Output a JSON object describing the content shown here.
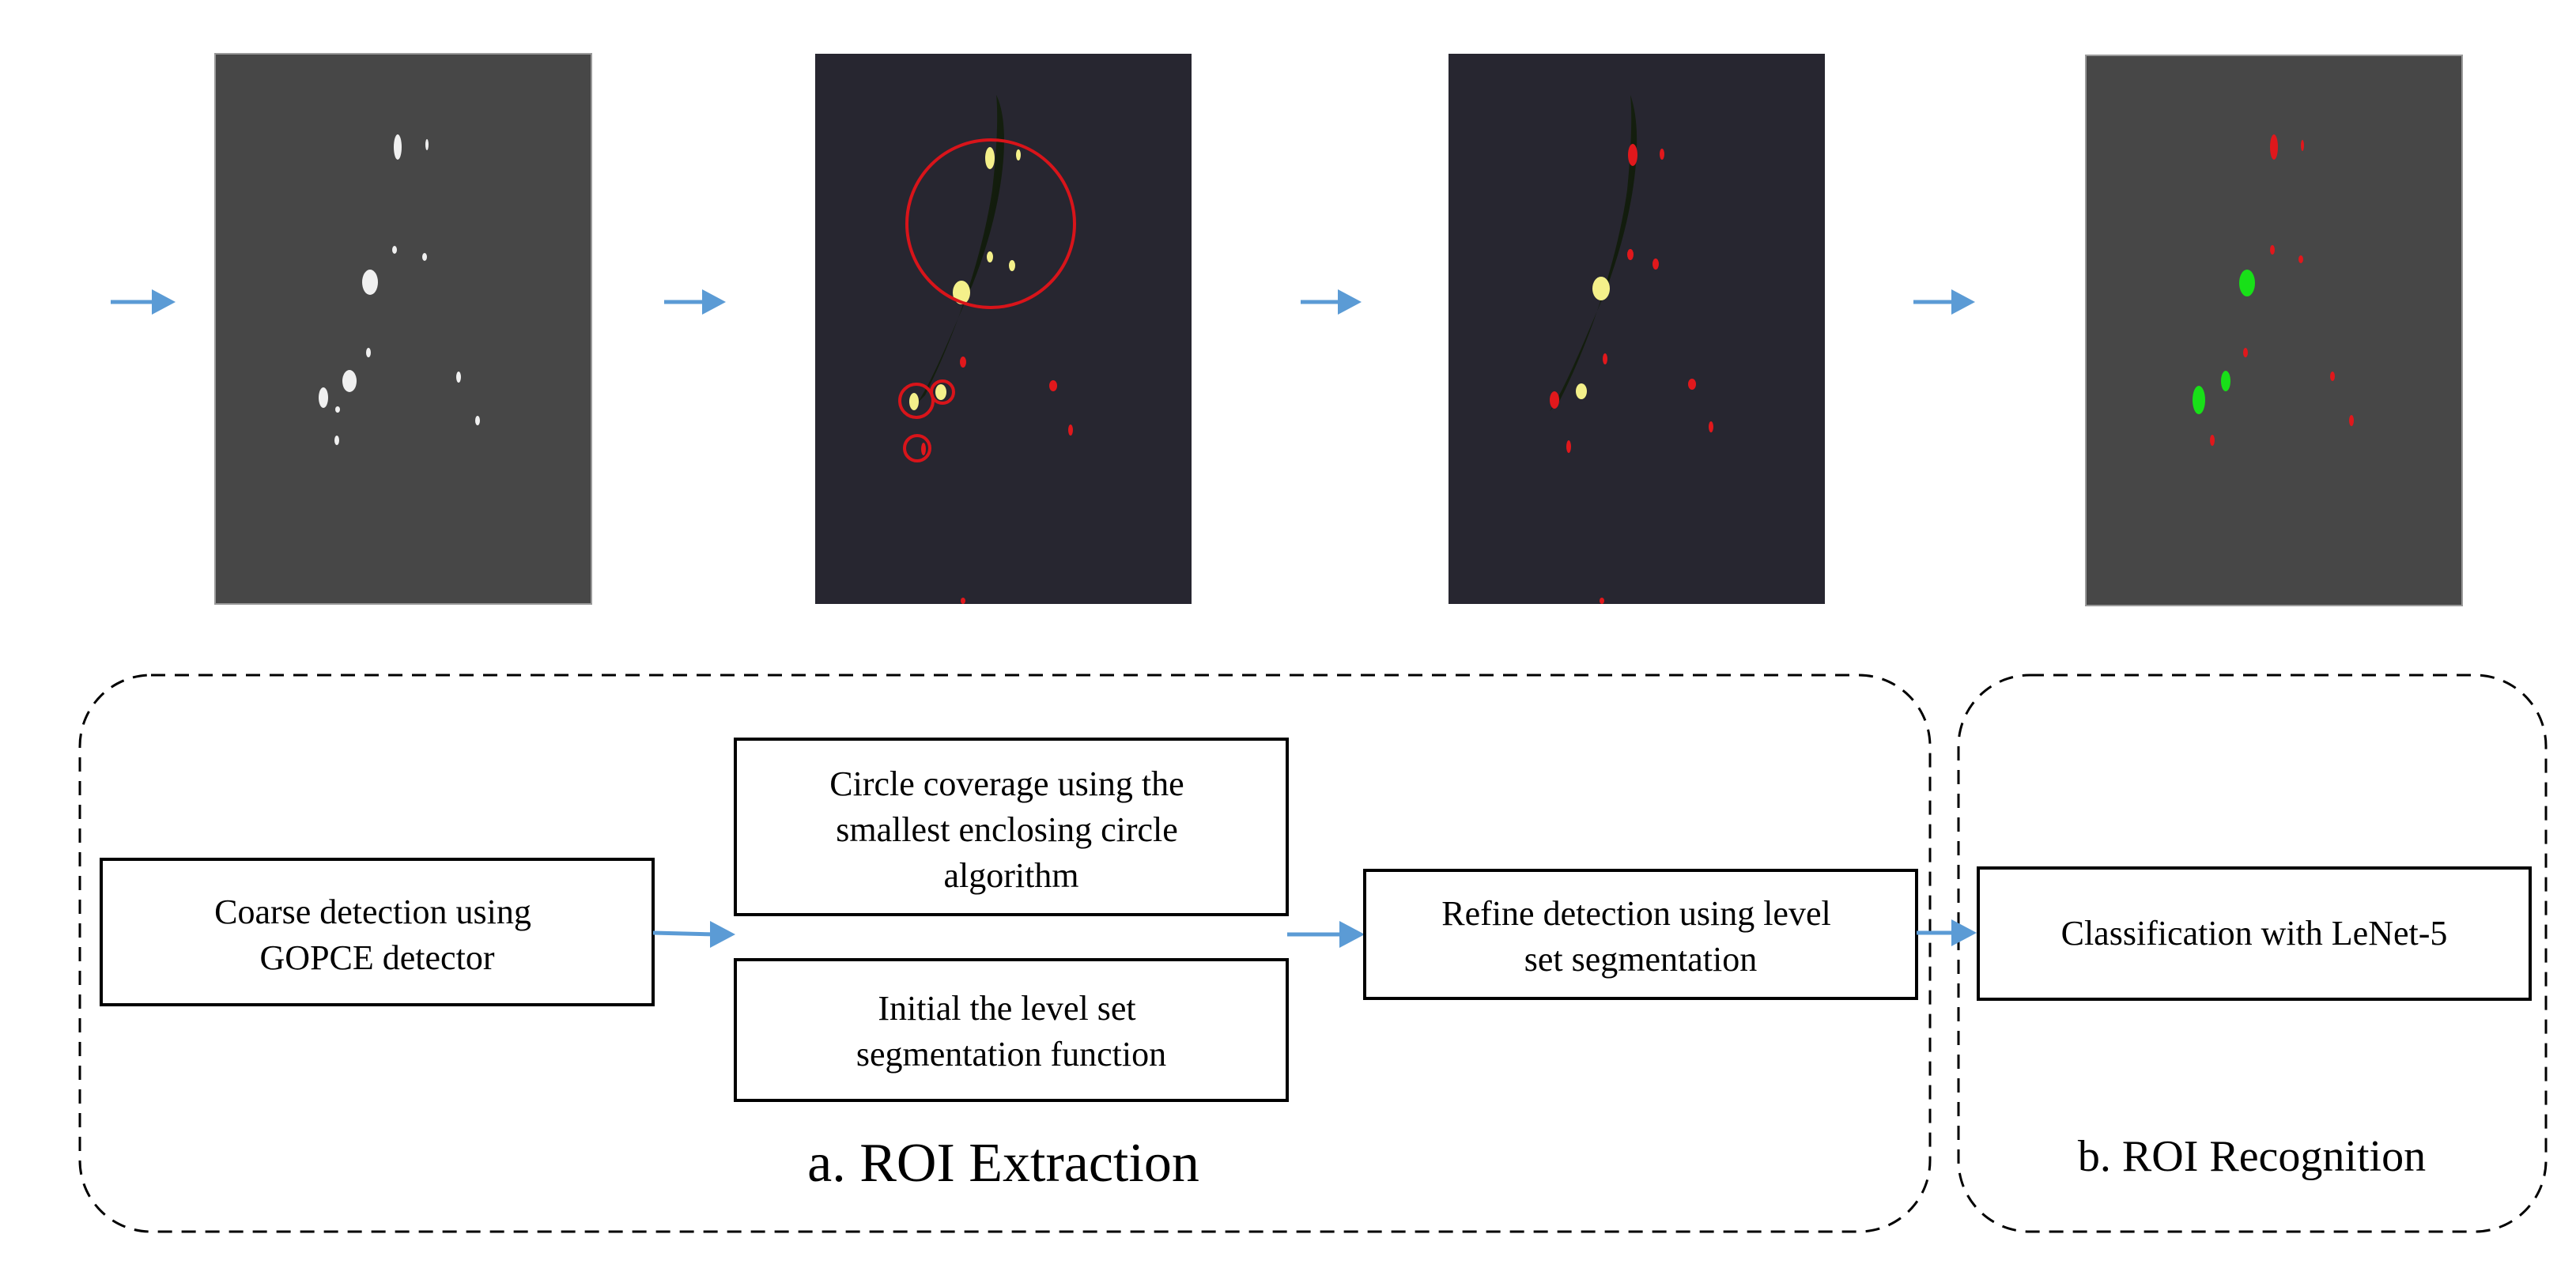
{
  "boxes": {
    "coarse": [
      "Coarse detection using",
      "GOPCE detector"
    ],
    "circle": [
      "Circle coverage using the",
      "smallest enclosing circle",
      "algorithm"
    ],
    "initial": [
      "Initial the level set",
      "segmentation function"
    ],
    "refine": [
      "Refine detection using level",
      "set segmentation"
    ],
    "classify": [
      "Classification with LeNet-5"
    ]
  },
  "sections": {
    "roi_extraction": "a. ROI Extraction",
    "roi_recognition": "b. ROI Recognition"
  },
  "colors": {
    "arrow": "#5b9bd5",
    "panel_gray": "#474747",
    "panel_sar": "#272630",
    "target_red": "#e0181c",
    "target_green": "#18e018",
    "target_white": "#f0f0f0",
    "target_yellow": "#f4f08a"
  }
}
